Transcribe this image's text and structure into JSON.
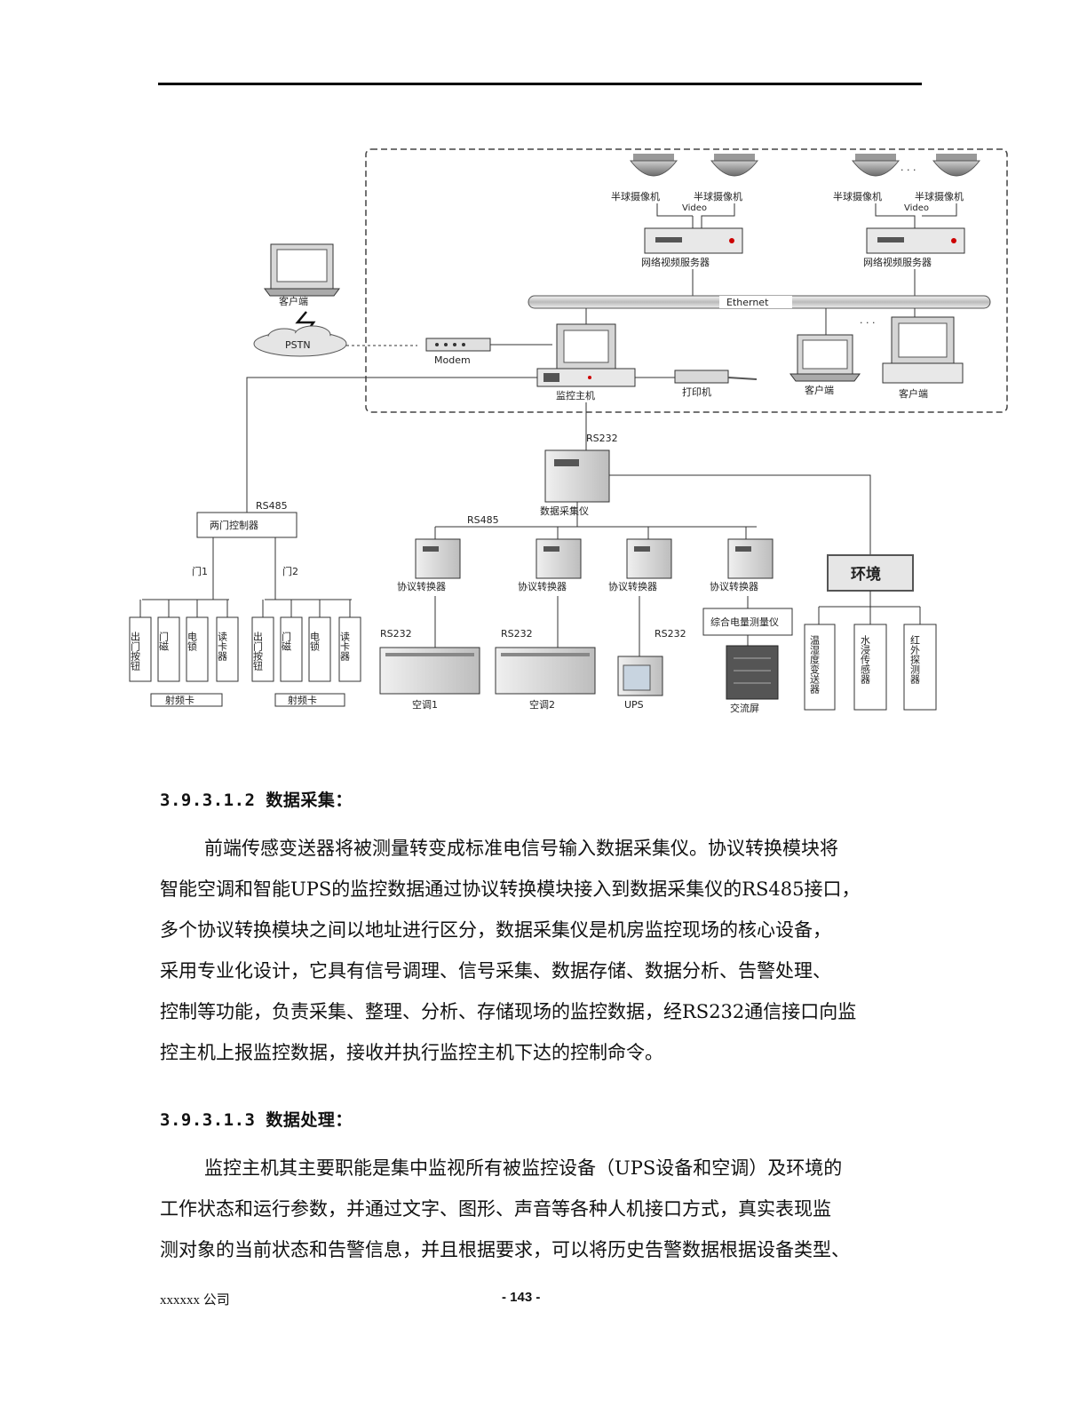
{
  "diagram": {
    "labels": {
      "dome_camera": "半球摄像机",
      "video": "Video",
      "network_video_server": "网络视频服务器",
      "ethernet": "Ethernet",
      "client": "客户端",
      "pstn": "PSTN",
      "modem": "Modem",
      "monitor_host": "监控主机",
      "printer": "打印机",
      "rs232": "RS232",
      "rs485": "RS485",
      "data_collector": "数据采集仪",
      "two_door_controller": "两门控制器",
      "door1": "门1",
      "door2": "门2",
      "exit_button": "出门按钮",
      "door_magnet": "门磁",
      "electric_lock": "电锁",
      "card_reader": "读卡器",
      "rf_card": "射频卡",
      "protocol_converter": "协议转换器",
      "ac1": "空调1",
      "ac2": "空调2",
      "ups": "UPS",
      "power_meter": "综合电量测量仪",
      "ac_panel": "交流屏",
      "environment": "环境",
      "temp_humidity": "温湿度变送器",
      "water_sensor": "水浸传感器",
      "infrared": "红外探测器",
      "ellipsis": "· · ·"
    }
  },
  "sections": [
    {
      "heading": "3.9.3.1.2 数据采集：",
      "lines": [
        "前端传感变送器将被测量转变成标准电信号输入数据采集仪。协议转换模块将",
        "智能空调和智能UPS的监控数据通过协议转换模块接入到数据采集仪的RS485接口，",
        "多个协议转换模块之间以地址进行区分，数据采集仪是机房监控现场的核心设备，",
        "采用专业化设计，它具有信号调理、信号采集、数据存储、数据分析、告警处理、",
        "控制等功能，负责采集、整理、分析、存储现场的监控数据，经RS232通信接口向监",
        "控主机上报监控数据，接收并执行监控主机下达的控制命令。"
      ]
    },
    {
      "heading": "3.9.3.1.3 数据处理：",
      "lines": [
        "监控主机其主要职能是集中监视所有被监控设备（UPS设备和空调）及环境的",
        "工作状态和运行参数，并通过文字、图形、声音等各种人机接口方式，真实表现监",
        "测对象的当前状态和告警信息，并且根据要求，可以将历史告警数据根据设备类型、"
      ]
    }
  ],
  "footer": {
    "company": "xxxxxx 公司",
    "page_number": "- 143 -"
  }
}
